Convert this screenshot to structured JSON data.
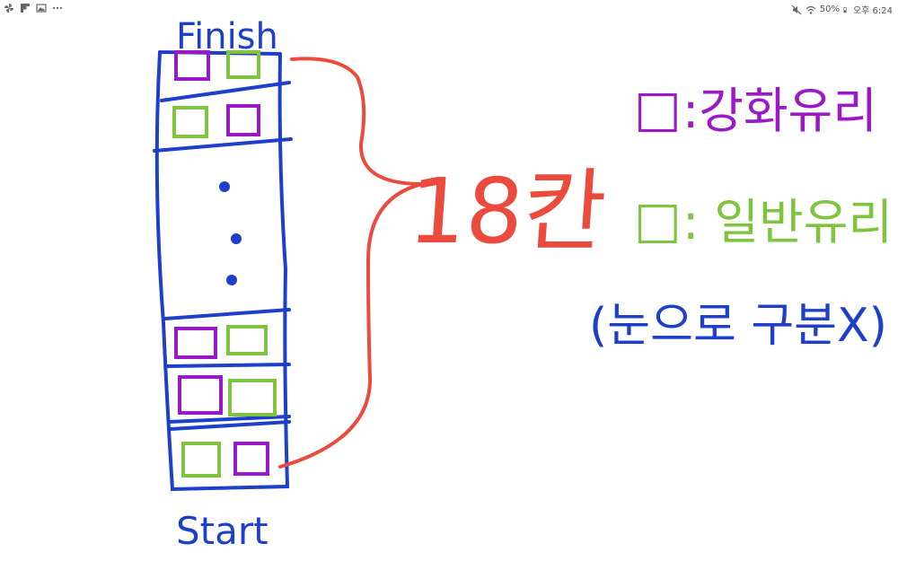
{
  "status_bar": {
    "battery": "50%",
    "time": "오후 6:24",
    "icons_left": [
      "pinwheel-icon",
      "flipboard-icon",
      "gallery-icon",
      "more-dots-icon"
    ],
    "icons_right": [
      "mute-icon",
      "wifi-icon",
      "battery-icon"
    ]
  },
  "diagram": {
    "top_label": "Finish",
    "bottom_label": "Start",
    "count_label": "18칸",
    "legend": [
      {
        "symbol": "□",
        "text": ":강화유리",
        "color": "#9b18c6"
      },
      {
        "symbol": "□",
        "text": ": 일반유리",
        "color": "#7fc43f"
      }
    ],
    "note": "(눈으로 구분X)",
    "colors": {
      "ink_blue": "#1d3fc9",
      "ink_red": "#ea4b3c",
      "tempered_purple": "#9b18c6",
      "normal_green": "#7fc43f"
    }
  }
}
